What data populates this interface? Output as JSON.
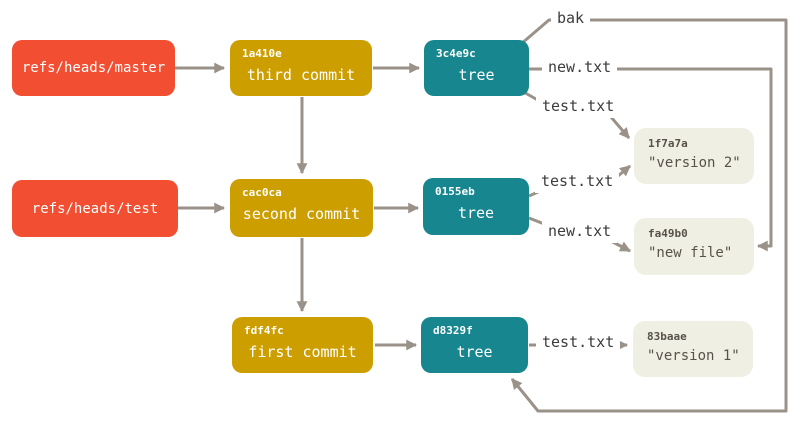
{
  "diagram_title": "git-object-and-ref-graph",
  "colors": {
    "ref_bg": "#f14e32",
    "commit_bg": "#cc9e00",
    "tree_bg": "#17868f",
    "blob_bg": "#f0efe4",
    "blob_text": "#57524a",
    "box_text": "#ffffff",
    "line": "#9a9189",
    "label_text": "#3c3c3c",
    "canvas_bg": "#ffffff"
  },
  "refs": [
    {
      "label": "refs/heads/master"
    },
    {
      "label": "refs/heads/test"
    }
  ],
  "commits": [
    {
      "hash": "1a410e",
      "label": "third commit"
    },
    {
      "hash": "cac0ca",
      "label": "second commit"
    },
    {
      "hash": "fdf4fc",
      "label": "first commit"
    }
  ],
  "trees": [
    {
      "hash": "3c4e9c",
      "label": "tree"
    },
    {
      "hash": "0155eb",
      "label": "tree"
    },
    {
      "hash": "d8329f",
      "label": "tree"
    }
  ],
  "blobs": [
    {
      "hash": "1f7a7a",
      "content": "\"version 2\""
    },
    {
      "hash": "fa49b0",
      "content": "\"new file\""
    },
    {
      "hash": "83baae",
      "content": "\"version 1\""
    }
  ],
  "edges": [
    {
      "from": "refs/heads/master",
      "to": "1a410e",
      "label": ""
    },
    {
      "from": "refs/heads/test",
      "to": "cac0ca",
      "label": ""
    },
    {
      "from": "1a410e",
      "to": "3c4e9c",
      "label": ""
    },
    {
      "from": "1a410e",
      "to": "cac0ca",
      "label": ""
    },
    {
      "from": "cac0ca",
      "to": "0155eb",
      "label": ""
    },
    {
      "from": "cac0ca",
      "to": "fdf4fc",
      "label": ""
    },
    {
      "from": "fdf4fc",
      "to": "d8329f",
      "label": ""
    },
    {
      "from": "3c4e9c",
      "to": "d8329f",
      "label": "bak"
    },
    {
      "from": "3c4e9c",
      "to": "fa49b0",
      "label": "new.txt"
    },
    {
      "from": "3c4e9c",
      "to": "1f7a7a",
      "label": "test.txt"
    },
    {
      "from": "0155eb",
      "to": "1f7a7a",
      "label": "test.txt"
    },
    {
      "from": "0155eb",
      "to": "fa49b0",
      "label": "new.txt"
    },
    {
      "from": "d8329f",
      "to": "83baae",
      "label": "test.txt"
    }
  ]
}
